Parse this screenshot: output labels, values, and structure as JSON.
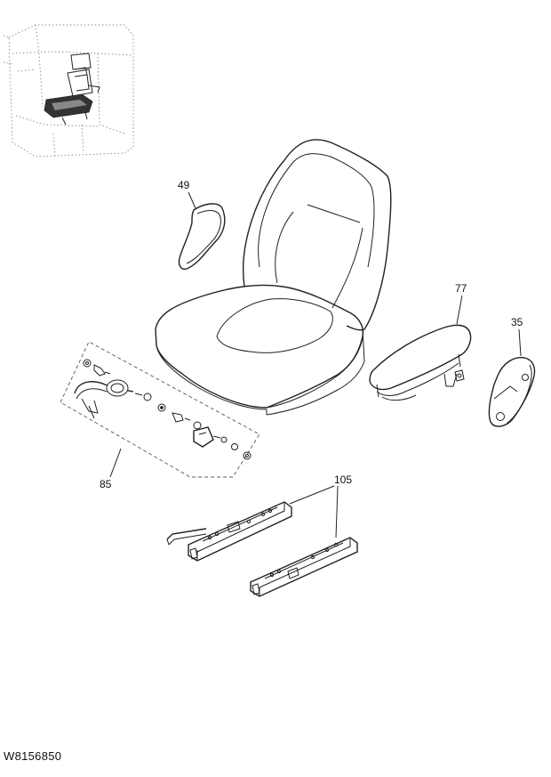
{
  "callouts": {
    "part_49": "49",
    "part_77": "77",
    "part_35": "35",
    "part_85": "85",
    "part_105": "105"
  },
  "drawing_id": "W8156850"
}
